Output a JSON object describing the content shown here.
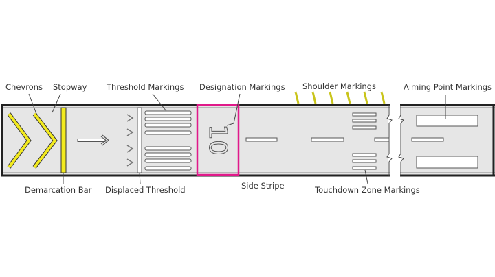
{
  "labels": {
    "chevrons": "Chevrons",
    "stopway": "Stopway",
    "threshold_markings": "Threshold Markings",
    "designation_markings": "Designation Markings",
    "shoulder_markings": "Shoulder Markings",
    "aiming_point_markings": "Aiming Point Markings",
    "demarcation_bar": "Demarcation Bar",
    "displaced_threshold": "Displaced Threshold",
    "side_stripe": "Side Stripe",
    "touchdown_zone_markings": "Touchdown Zone Markings"
  },
  "runway_designation": "10",
  "colors": {
    "pavement": "#e6e6e6",
    "yellow": "#f2ea1f",
    "designation_box": "#e0198a",
    "edge": "#222222"
  }
}
